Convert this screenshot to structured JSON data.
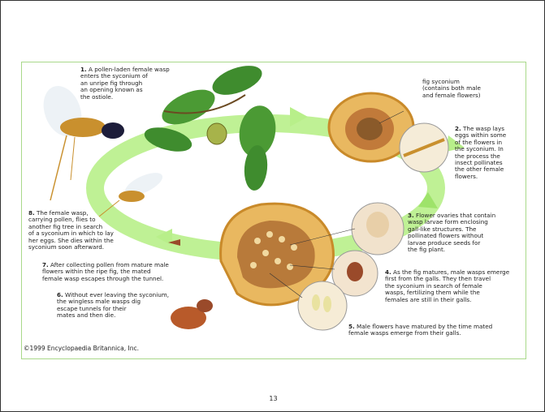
{
  "captions": {
    "step1_num": "1.",
    "step1": "A pollen-laden female wasp\nenters the syconium of\nan unripe fig through\nan opening known as\nthe ostiole.",
    "syconium_label": "fig syconium\n(contains both male\nand female flowers)",
    "step2_num": "2.",
    "step2": "The wasp lays\neggs within some\nof the flowers in\nthe syconium. In\nthe process the\ninsect pollinates\nthe other female\nflowers.",
    "step3_num": "3.",
    "step3": "Flower ovaries that contain\nwasp larvae form enclosing\ngall-like structures. The\npollinated flowers without\nlarvae produce seeds for\nthe fig plant.",
    "step4_num": "4.",
    "step4": "As the fig matures, male wasps emerge\nfirst from the galls. They then travel\nthe syconium in search of female\nwasps, fertilizing them while the\nfemales are still in their galls.",
    "step5_num": "5.",
    "step5": "Male flowers have matured by the time mated\nfemale wasps emerge from their galls.",
    "step6_num": "6.",
    "step6": "Without ever leaving the syconium,\nthe wingless male wasps dig\nescape tunnels for their\nmates and then die.",
    "step7_num": "7.",
    "step7": "After collecting pollen from mature male\nflowers within the ripe fig, the mated\nfemale wasp escapes through the tunnel.",
    "step8_num": "8.",
    "step8": "The female wasp,\ncarrying pollen, flies to\nanother fig tree in search\nof a syconium in which to lay\nher eggs. She dies within the\nsyconium soon afterward."
  },
  "copyright": "©1999 Encyclopaedia Britannica, Inc.",
  "page_number": "13",
  "colors": {
    "cycle_green": "#b8ef8a",
    "leaf_green": "#3f8c2e",
    "fig_flesh": "#e9b860",
    "fig_skin": "#c98a2a",
    "wasp_body": "#c9902e"
  }
}
